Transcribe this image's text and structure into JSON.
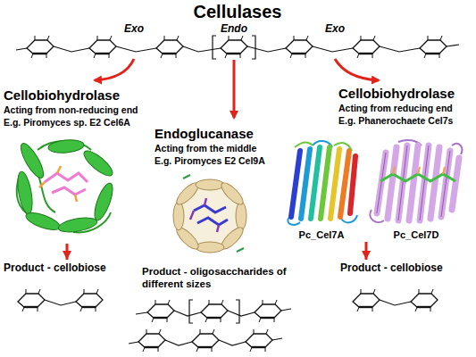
{
  "diagram": {
    "title": "Cellulases",
    "nodes": [
      {
        "text": [
          "Cellobiohydrolase",
          "Acting from non-reducing end",
          "E.g. Piromyces sp. E2 Cel6A"
        ]
      },
      {
        "text": [
          "Endoglucanase",
          "Acting from the middle",
          "E.g. Piromyces E2 Cel9A"
        ]
      },
      {
        "text": [
          "Cellobiohydrolase",
          "Acting from reducing end",
          "E.g. Phanerochaete Cel7s"
        ]
      },
      {
        "text": [
          "Product - cellobiose"
        ]
      },
      {
        "text": [
          "Product - oligosaccharides of different sizes"
        ]
      },
      {
        "text": [
          "Product - cellobiose"
        ]
      }
    ],
    "edges": [
      {
        "from": 0,
        "to": 3,
        "arrow": "to"
      },
      {
        "from": 2,
        "to": 5,
        "arrow": "to"
      }
    ],
    "labels": [
      "Exo",
      "Endo",
      "Exo",
      "Pc_Cel7A",
      "Pc_Cel7D"
    ]
  }
}
